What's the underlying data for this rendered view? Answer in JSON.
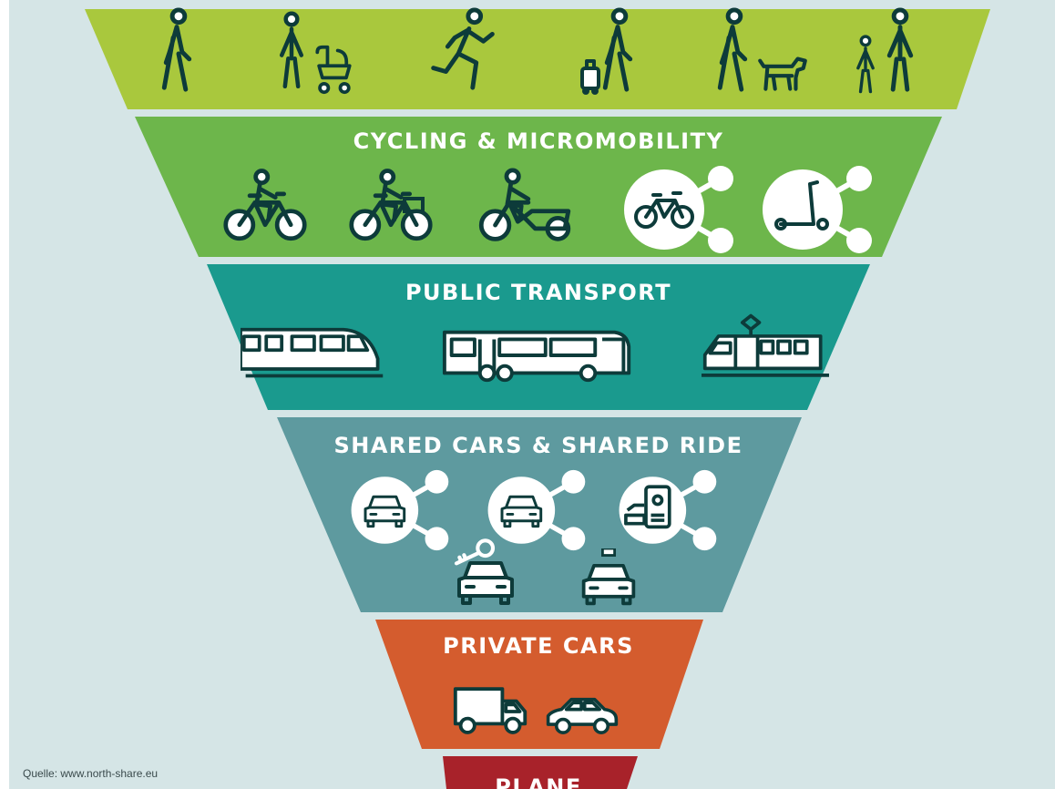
{
  "colors": {
    "background": "#d5e5e6",
    "walking": "#a9c83d",
    "cycling": "#6db64b",
    "public_transport": "#1a9a8e",
    "shared": "#5e9a9f",
    "private": "#d45c2e",
    "plane": "#a8222a",
    "icon_stroke": "#0d3b3a",
    "text": "#ffffff"
  },
  "tiers": [
    {
      "key": "walking",
      "label": "",
      "icons": [
        "pedestrian-icon",
        "stroller-pedestrian-icon",
        "runner-icon",
        "luggage-pedestrian-icon",
        "dog-walker-icon",
        "parent-child-icon"
      ]
    },
    {
      "key": "cycling",
      "label": "CYCLING & MICROMOBILITY",
      "icons": [
        "bicycle-icon",
        "basket-bicycle-icon",
        "cargo-bike-icon",
        "bike-sharing-icon",
        "scooter-sharing-icon"
      ]
    },
    {
      "key": "public_transport",
      "label": "PUBLIC TRANSPORT",
      "icons": [
        "train-icon",
        "bus-icon",
        "tram-icon"
      ]
    },
    {
      "key": "shared",
      "label": "SHARED CARS & SHARED RIDE",
      "icons": [
        "car-sharing-icon",
        "ride-sharing-icon",
        "ride-app-sharing-icon",
        "rental-car-key-icon",
        "taxi-icon"
      ]
    },
    {
      "key": "private",
      "label": "PRIVATE CARS",
      "icons": [
        "van-icon",
        "car-icon"
      ]
    },
    {
      "key": "plane",
      "label": "PLANE",
      "icons": []
    }
  ],
  "source": "Quelle: www.north-share.eu"
}
